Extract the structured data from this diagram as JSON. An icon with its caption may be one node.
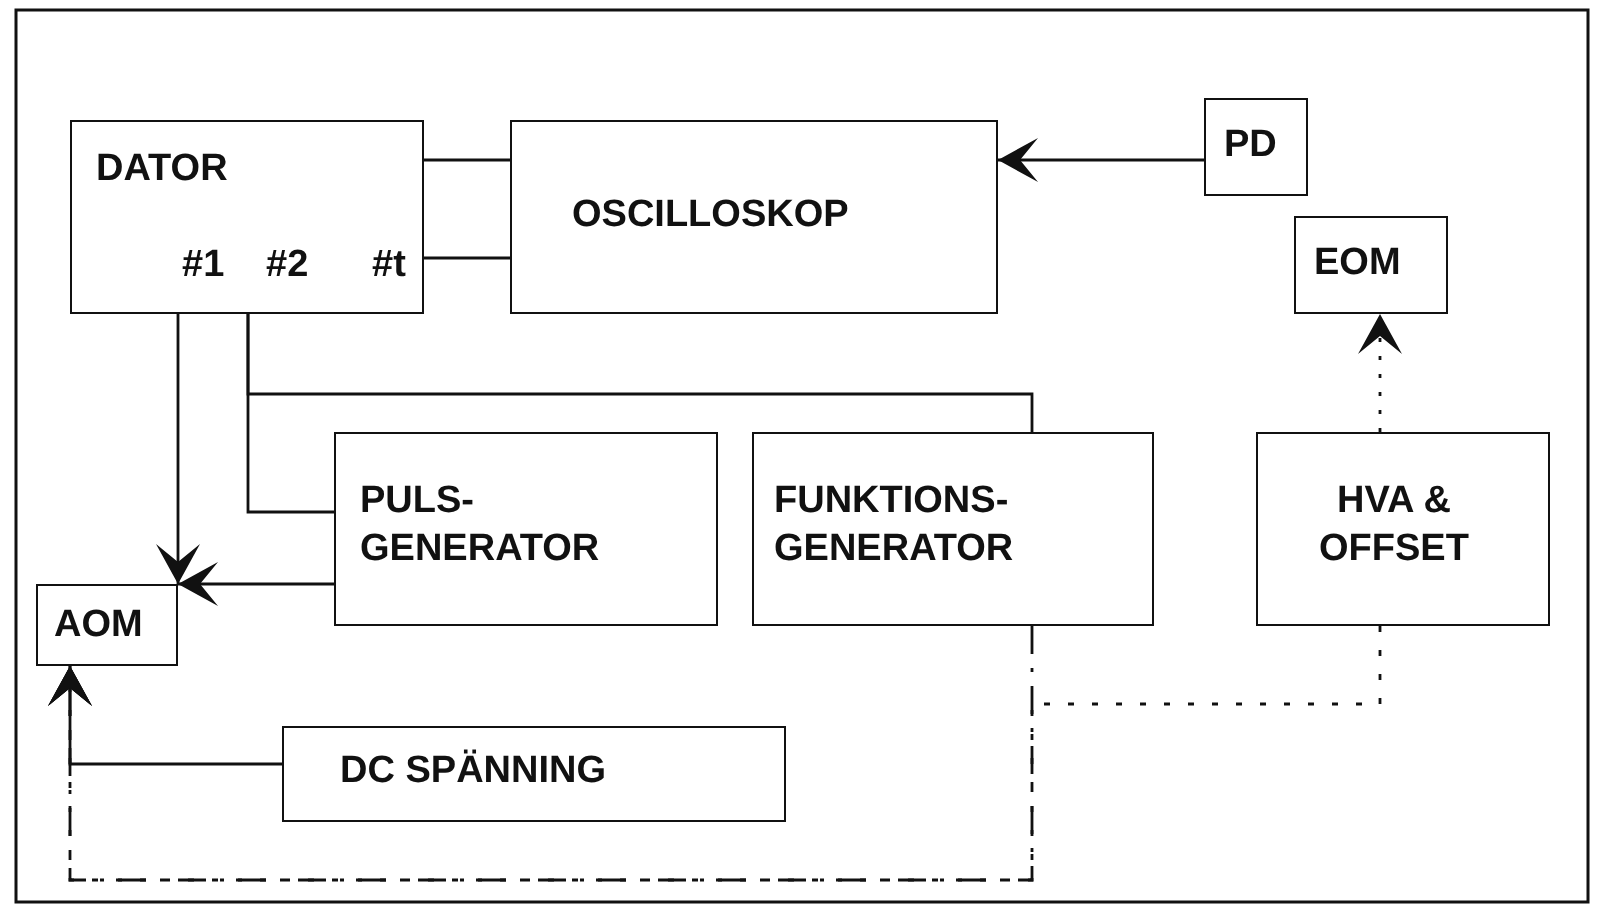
{
  "diagram": {
    "nodes": [
      {
        "text": [
          "DATOR",
          "#1",
          "#2",
          "#t"
        ]
      },
      {
        "text": [
          "OSCILLOSKOP"
        ]
      },
      {
        "text": [
          "PD"
        ]
      },
      {
        "text": [
          "EOM"
        ]
      },
      {
        "text": [
          "PULS- GENERATOR"
        ]
      },
      {
        "text": [
          "FUNKTIONS- GENERATOR"
        ]
      },
      {
        "text": [
          "HVA & OFFSET"
        ]
      },
      {
        "text": [
          "AOM"
        ]
      },
      {
        "text": [
          "DC SPÄNNING"
        ]
      }
    ],
    "edges": [
      {
        "from": 0,
        "to": 1,
        "arrow": "none"
      },
      {
        "from": 0,
        "to": 1,
        "arrow": "none"
      },
      {
        "from": 2,
        "to": 1,
        "arrow": "to"
      },
      {
        "from": 0,
        "to": 7,
        "arrow": "to"
      },
      {
        "from": 0,
        "to": 4,
        "arrow": "none"
      },
      {
        "from": 0,
        "to": 5,
        "arrow": "none"
      },
      {
        "from": 4,
        "to": 7,
        "arrow": "to"
      },
      {
        "from": 8,
        "to": 7,
        "arrow": "to"
      },
      {
        "from": 6,
        "to": 3,
        "arrow": "to",
        "style": "dashed"
      },
      {
        "from": 5,
        "to": 7,
        "arrow": "to",
        "style": "dashed"
      },
      {
        "from": 6,
        "to": 7,
        "arrow": "to",
        "style": "dashed"
      }
    ]
  }
}
